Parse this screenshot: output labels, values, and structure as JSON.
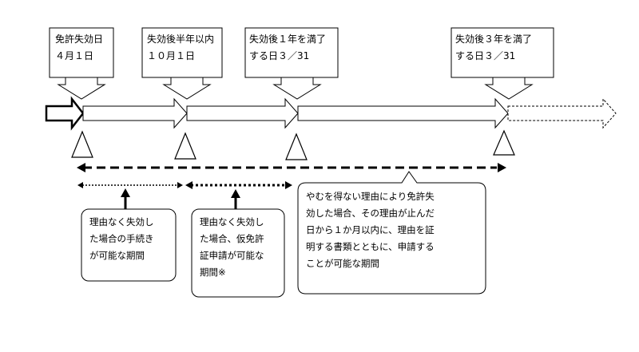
{
  "callouts": {
    "c1": "免許失効日\n４月１日",
    "c2": "失効後半年以内\n１０月１日",
    "c3": "失効後１年を満了\nする日３／31",
    "c4": "失効後３年を満了\nする日３／31"
  },
  "notes": {
    "n1": "理由なく失効し\nた場合の手続き\nが可能な期間",
    "n2": "理由なく失効し\nた場合、仮免許\n証申請が可能な\n期間※",
    "n3": "やむを得ない理由により免許失\n効した場合、その理由が止んだ\n日から１か月以内に、理由を証\n明する書類とともに、申請する\nことが可能な期間"
  }
}
